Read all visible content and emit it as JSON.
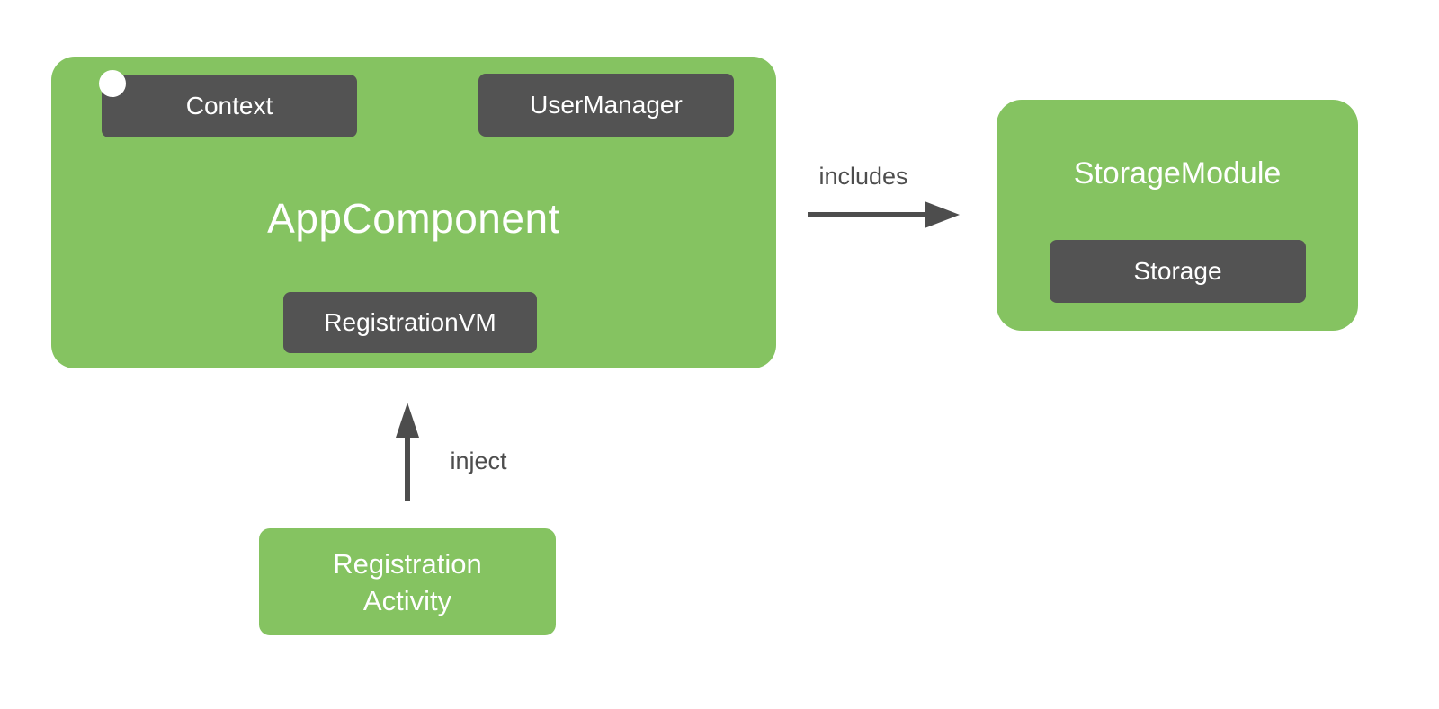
{
  "colors": {
    "green": "#85C361",
    "dark_gray": "#535353",
    "arrow_gray": "#4d4d4d",
    "text_on_box": "#ffffff",
    "background": "#ffffff"
  },
  "app_component": {
    "title": "AppComponent",
    "provided": {
      "context": "Context",
      "user_manager": "UserManager",
      "registration_vm": "RegistrationVM"
    }
  },
  "storage_module": {
    "title": "StorageModule",
    "provided": {
      "storage": "Storage"
    }
  },
  "registration_activity": {
    "line1": "Registration",
    "line2": "Activity"
  },
  "edges": {
    "includes_label": "includes",
    "inject_label": "inject"
  }
}
